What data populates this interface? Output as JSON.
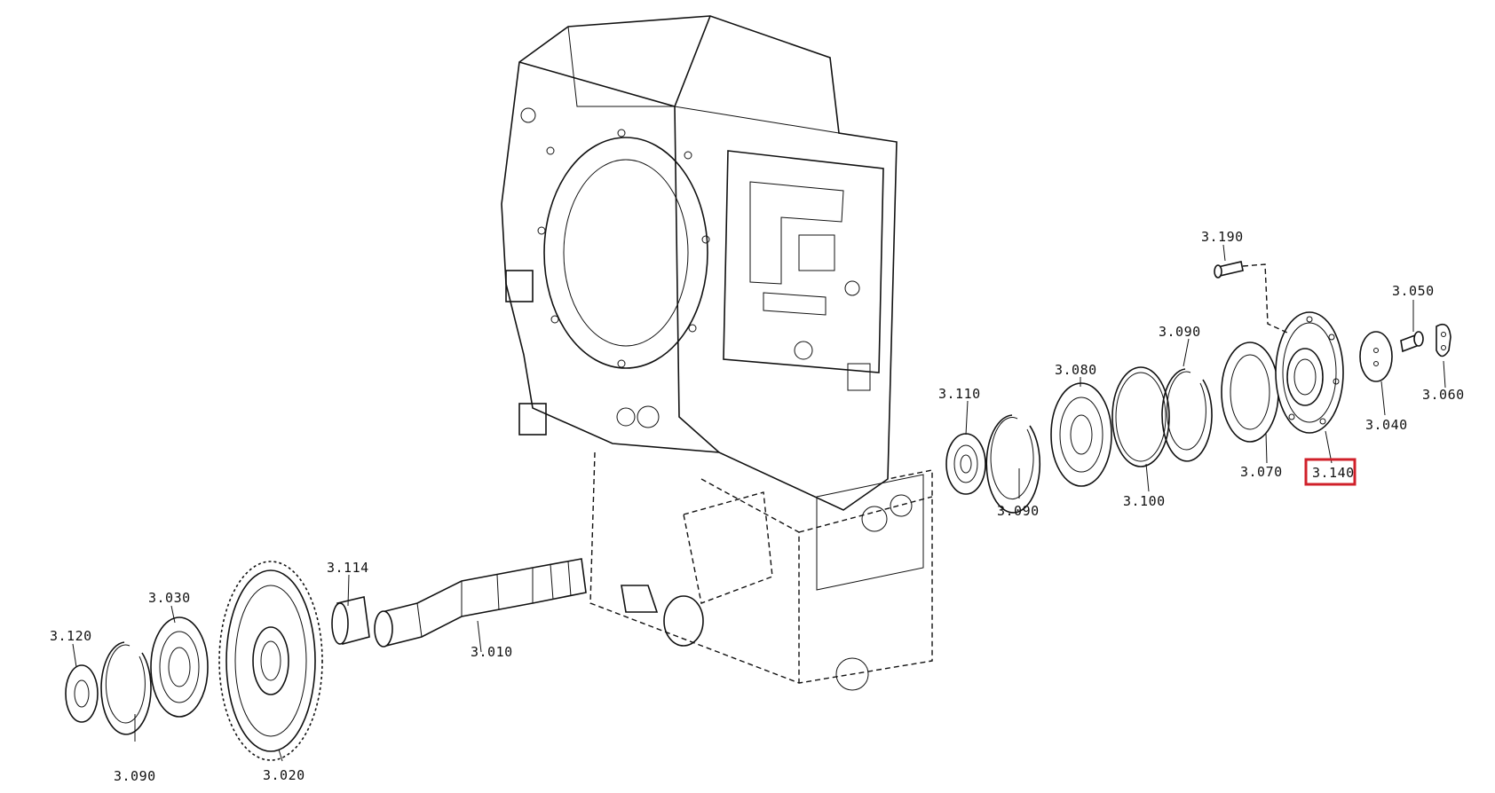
{
  "diagram": {
    "labels": {
      "p3010": "3.010",
      "p3020": "3.020",
      "p3030": "3.030",
      "p3040": "3.040",
      "p3050": "3.050",
      "p3060": "3.060",
      "p3070": "3.070",
      "p3080": "3.080",
      "p3090_left": "3.090",
      "p3090_mid": "3.090",
      "p3090_right": "3.090",
      "p3100": "3.100",
      "p3110": "3.110",
      "p3114": "3.114",
      "p3120": "3.120",
      "p3140": "3.140",
      "p3190": "3.190"
    },
    "highlight": {
      "part": "3.140",
      "color": "#d0202a"
    }
  }
}
